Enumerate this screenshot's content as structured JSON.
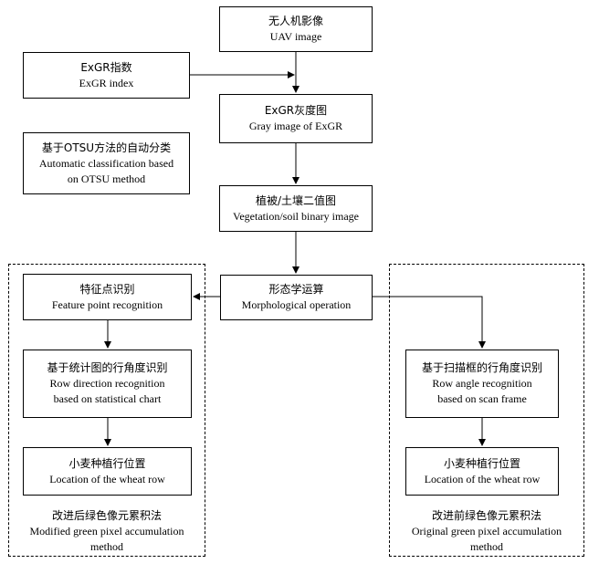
{
  "nodes": {
    "uav": {
      "zh": "无人机影像",
      "en": "UAV image"
    },
    "exgr_index": {
      "zh": "ExGR指数",
      "en": "ExGR index"
    },
    "gray": {
      "zh": "ExGR灰度图",
      "en": "Gray image of ExGR"
    },
    "otsu": {
      "zh": "基于OTSU方法的自动分类",
      "en1": "Automatic classification based",
      "en2": "on OTSU method"
    },
    "binary": {
      "zh": "植被/土壤二值图",
      "en": "Vegetation/soil binary image"
    },
    "morph": {
      "zh": "形态学运算",
      "en": "Morphological operation"
    },
    "feature": {
      "zh": "特征点识别",
      "en": "Feature point recognition"
    },
    "stat": {
      "zh": "基于统计图的行角度识别",
      "en1": "Row direction recognition",
      "en2": "based on statistical chart"
    },
    "loc_left": {
      "zh": "小麦种植行位置",
      "en": "Location of the wheat row"
    },
    "scan": {
      "zh": "基于扫描框的行角度识别",
      "en1": "Row angle recognition",
      "en2": "based on scan frame"
    },
    "loc_right": {
      "zh": "小麦种植行位置",
      "en": "Location of the wheat row"
    }
  },
  "groups": {
    "left": {
      "zh": "改进后绿色像元累积法",
      "en1": "Modified green pixel accumulation",
      "en2": "method"
    },
    "right": {
      "zh": "改进前绿色像元累积法",
      "en1": "Original green pixel accumulation",
      "en2": "method"
    }
  }
}
